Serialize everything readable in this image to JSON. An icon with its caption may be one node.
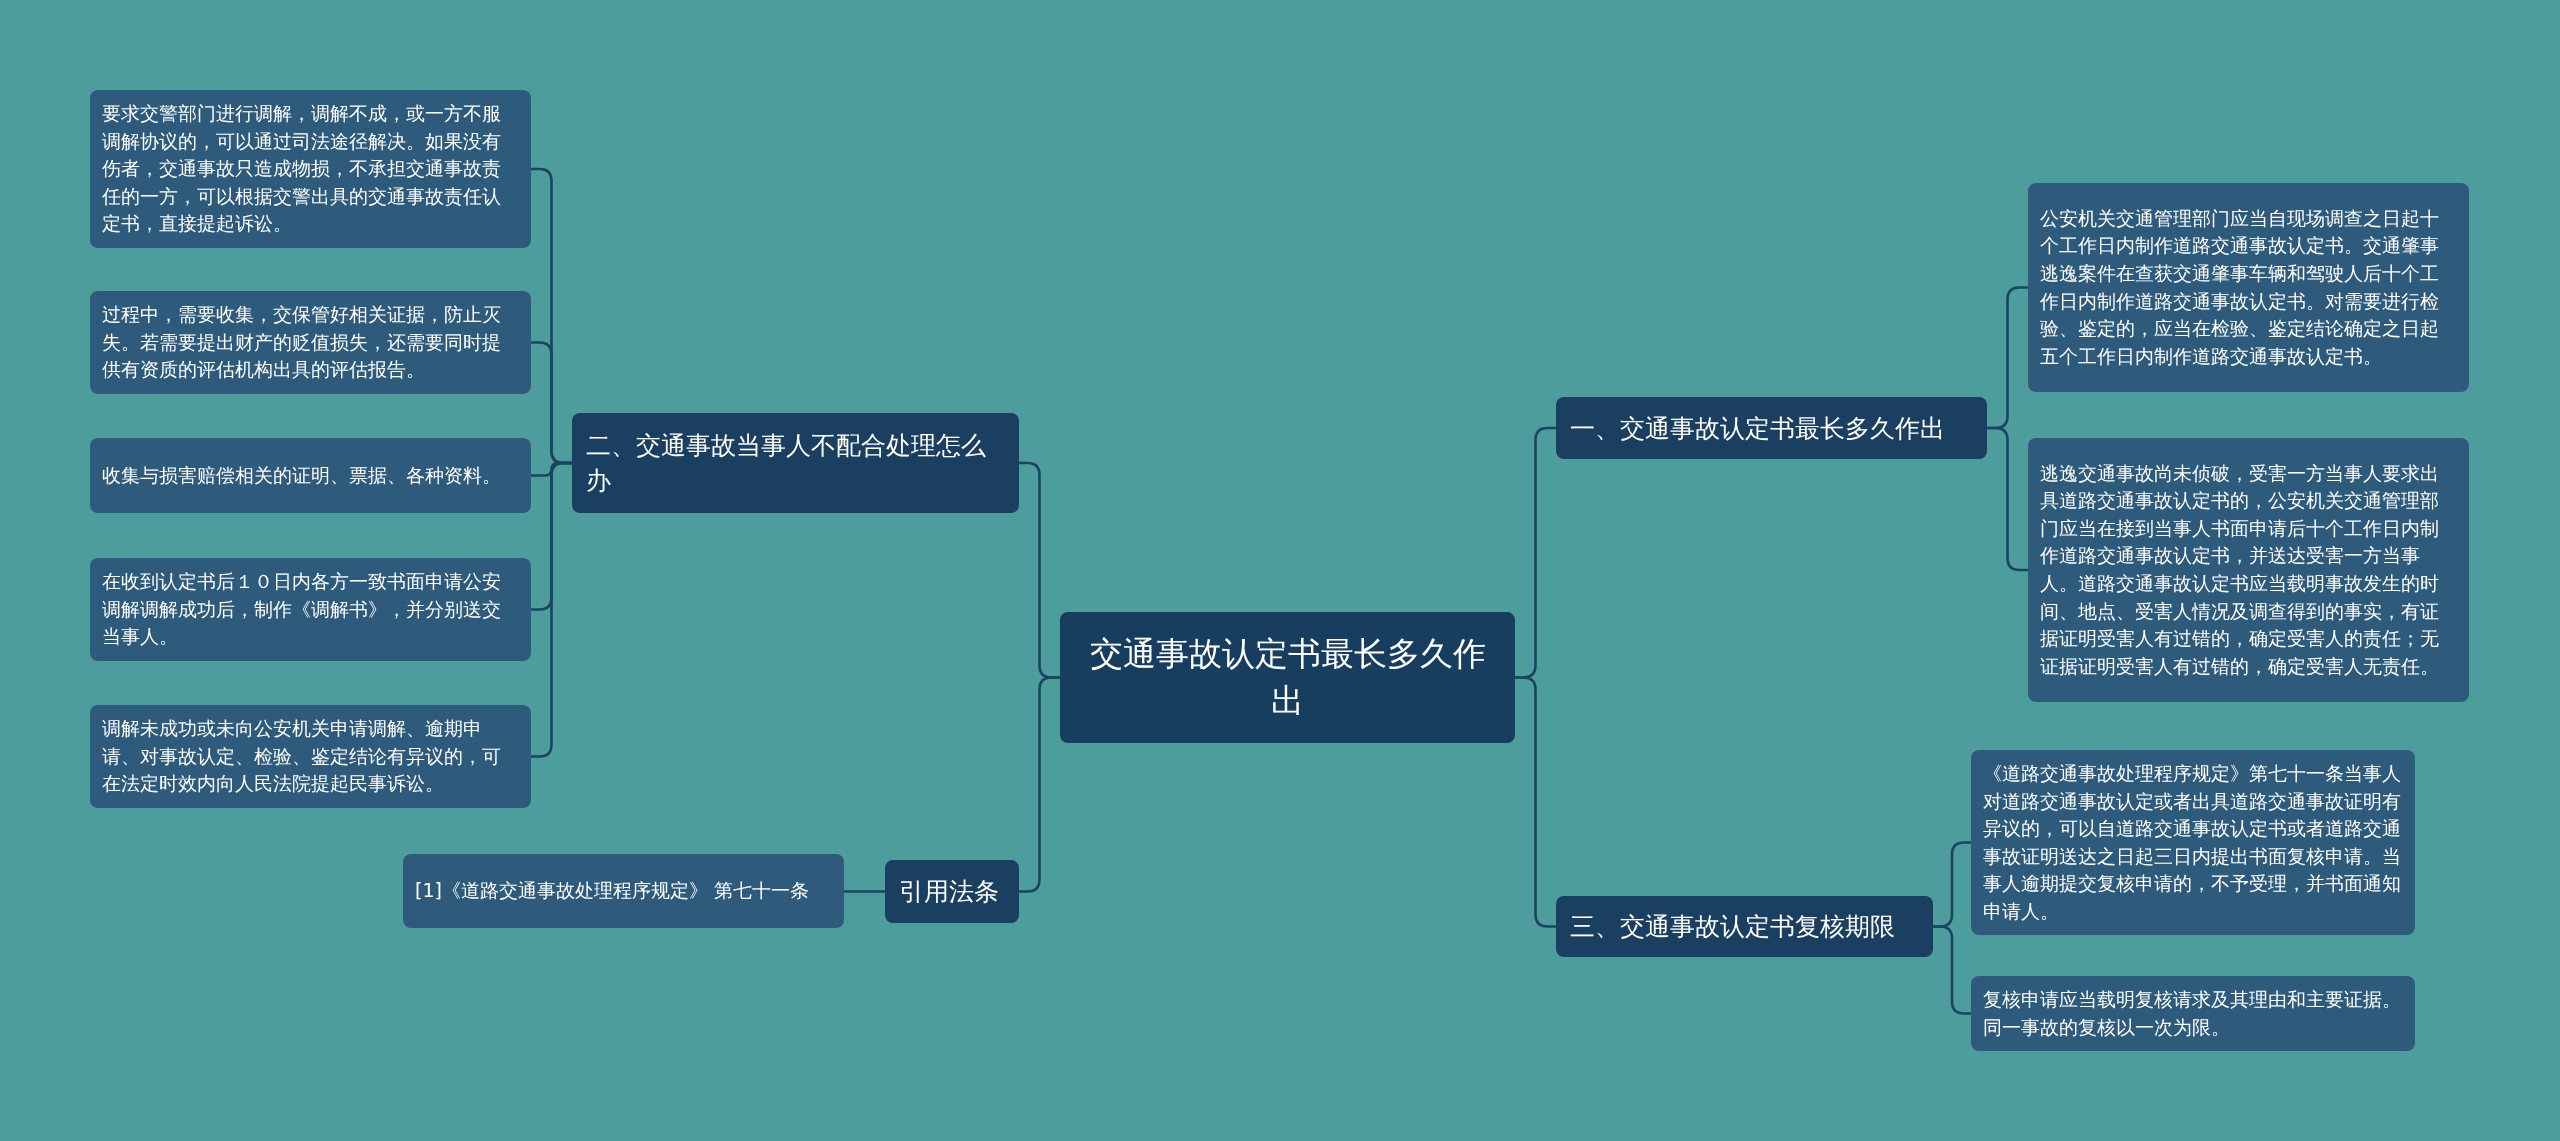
{
  "diagram": {
    "nodes": [
      {
        "text": [
          "交通事故认定书最长多久作出"
        ]
      },
      {
        "text": [
          "一、交通事故认定书最长多久作出"
        ]
      },
      {
        "text": [
          "公安机关交通管理部门应当自现场调查之日起十个工作日内制作道路交通事故认定书。交通肇事逃逸案件在查获交通肇事车辆和驾驶人后十个工作日内制作道路交通事故认定书。对需要进行检验、鉴定的，应当在检验、鉴定结论确定之日起五个工作日内制作道路交通事故认定书。"
        ]
      },
      {
        "text": [
          "逃逸交通事故尚未侦破，受害一方当事人要求出具道路交通事故认定书的，公安机关交通管理部门应当在接到当事人书面申请后十个工作日内制作道路交通事故认定书，并送达受害一方当事人。道路交通事故认定书应当载明事故发生的时间、地点、受害人情况及调查得到的事实，有证据证明受害人有过错的，确定受害人的责任；无证据证明受害人有过错的，确定受害人无责任。"
        ]
      },
      {
        "text": [
          "二、交通事故当事人不配合处理怎么办"
        ]
      },
      {
        "text": [
          "要求交警部门进行调解，调解不成，或一方不服调解协议的，可以通过司法途径解决。如果没有伤者，交通事故只造成物损，不承担交通事故责任的一方，可以根据交警出具的交通事故责任认定书，直接提起诉讼。"
        ]
      },
      {
        "text": [
          "过程中，需要收集，交保管好相关证据，防止灭失。若需要提出财产的贬值损失，还需要同时提供有资质的评估机构出具的评估报告。"
        ]
      },
      {
        "text": [
          "收集与损害赔偿相关的证明、票据、各种资料。"
        ]
      },
      {
        "text": [
          "在收到认定书后１０日内各方一致书面申请公安调解调解成功后，制作《调解书》，并分别送交当事人。"
        ]
      },
      {
        "text": [
          "调解未成功或未向公安机关申请调解、逾期申请、对事故认定、检验、鉴定结论有异议的，可在法定时效内向人民法院提起民事诉讼。"
        ]
      },
      {
        "text": [
          "三、交通事故认定书复核期限"
        ]
      },
      {
        "text": [
          "《道路交通事故处理程序规定》第七十一条当事人对道路交通事故认定或者出具道路交通事故证明有异议的，可以自道路交通事故认定书或者道路交通事故证明送达之日起三日内提出书面复核申请。当事人逾期提交复核申请的，不予受理，并书面通知申请人。"
        ]
      },
      {
        "text": [
          "复核申请应当载明复核请求及其理由和主要证据。同一事故的复核以一次为限。"
        ]
      },
      {
        "text": [
          "引用法条"
        ]
      },
      {
        "text": [
          "[1]《道路交通事故处理程序规定》 第七十一条"
        ]
      }
    ],
    "edges": [
      {
        "from": 0,
        "to": 1,
        "arrow": "none"
      },
      {
        "from": 1,
        "to": 2,
        "arrow": "none"
      },
      {
        "from": 1,
        "to": 3,
        "arrow": "none"
      },
      {
        "from": 0,
        "to": 4,
        "arrow": "none"
      },
      {
        "from": 4,
        "to": 5,
        "arrow": "none"
      },
      {
        "from": 4,
        "to": 6,
        "arrow": "none"
      },
      {
        "from": 4,
        "to": 7,
        "arrow": "none"
      },
      {
        "from": 4,
        "to": 8,
        "arrow": "none"
      },
      {
        "from": 4,
        "to": 9,
        "arrow": "none"
      },
      {
        "from": 0,
        "to": 10,
        "arrow": "none"
      },
      {
        "from": 10,
        "to": 11,
        "arrow": "none"
      },
      {
        "from": 10,
        "to": 12,
        "arrow": "none"
      },
      {
        "from": 0,
        "to": 13,
        "arrow": "none"
      },
      {
        "from": 13,
        "to": 14,
        "arrow": "none"
      }
    ]
  }
}
